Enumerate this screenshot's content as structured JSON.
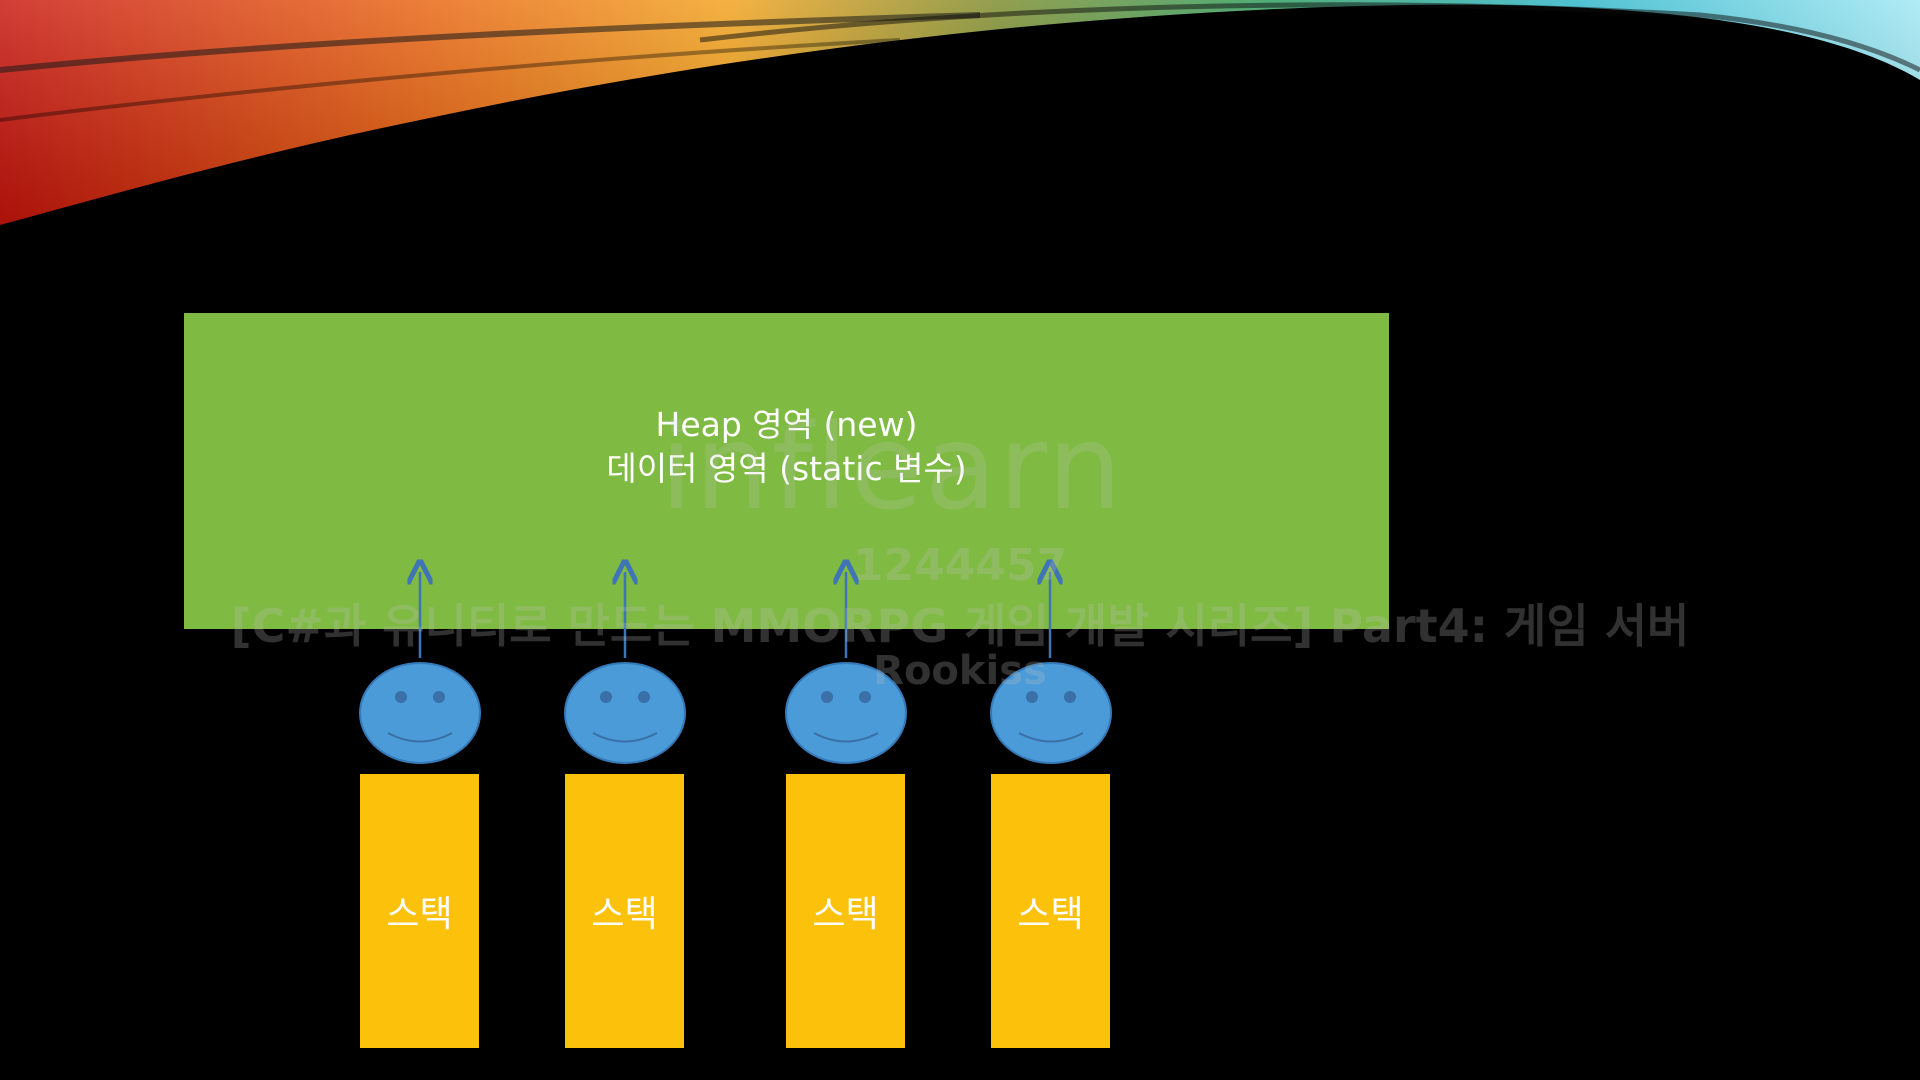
{
  "heap": {
    "line1": "Heap 영역 (new)",
    "line2": "데이터 영역 (static 변수)"
  },
  "stacks": [
    {
      "label": "스택"
    },
    {
      "label": "스택"
    },
    {
      "label": "스택"
    },
    {
      "label": "스택"
    }
  ],
  "watermark": {
    "logo": "inflearn",
    "user_id": "1244457",
    "course": "[C#과 유니티로 만드는 MMORPG 게임 개발 시리즈] Part4: 게임 서버",
    "author": "Rookiss"
  },
  "colors": {
    "background": "#000000",
    "heap_fill": "#7fba42",
    "stack_fill": "#fbc10b",
    "face_fill": "#4a9bd8",
    "arrow": "#3f74b6"
  }
}
